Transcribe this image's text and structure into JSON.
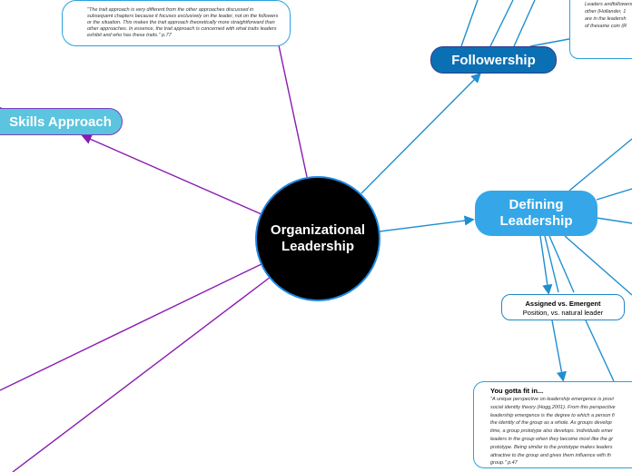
{
  "central": {
    "label": "Organizational\nLeadership"
  },
  "nodes": {
    "skills": "Skills Approach",
    "followership": "Followership",
    "defining": "Defining\nLeadership"
  },
  "assigned": {
    "title": "Assigned vs. Emergent",
    "subtitle": "Position, vs. natural leader"
  },
  "trait_quote": "\"The trait approach is very different from the other approaches discussed in subsequent chapters because it focuses exclusively on the leader, not on the followers or the situation. This makes the trait approach theoretically more straightforward than other approaches. In essence, the trait approach is concerned with what traits leaders exhibit and who has these traits.\" p.77",
  "follower_quote": [
    "Leaders andfollowers",
    "other (Hollander, 1",
    "are in the leadersh",
    "of thesame coin (R"
  ],
  "fit_in": {
    "title": "You gotta fit in...",
    "lines": [
      "\"A unique perspective on leadership emergence is provi",
      "social identity theory (Hogg,2001). From this perspective",
      "leadership emergence is the degree to which a person fi",
      "the identity of the group as a whole. As groups develop",
      "time, a group prototype also develops. Individuals emer",
      "leaders in the group when they become most like the gr",
      "prototype. Being similar to the prototype makes leaders",
      "attractive to the group and gives them influence with th",
      "group.\" p.47"
    ]
  },
  "colors": {
    "central_fill": "#000000",
    "purple_link": "#8a1bb0",
    "blue_link": "#1f8fd0",
    "skills_fill": "#5bc4de",
    "followership_fill": "#0b6fb3",
    "defining_fill": "#35a7e8"
  }
}
